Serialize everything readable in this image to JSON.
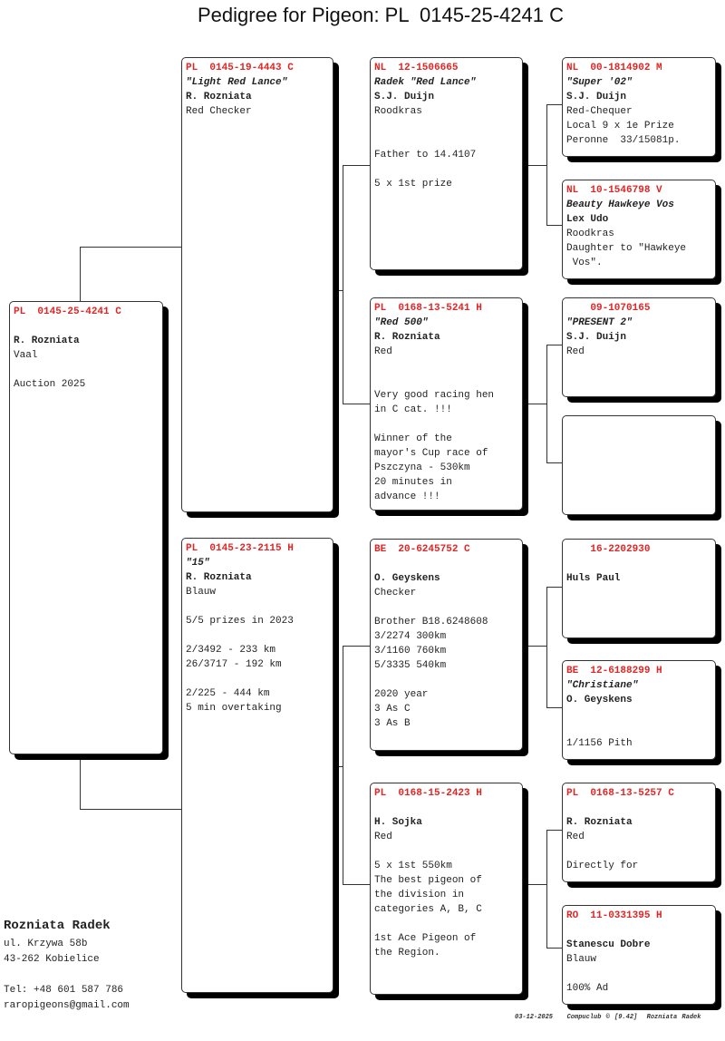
{
  "title": "Pedigree for Pigeon: PL  0145-25-4241 C",
  "colors": {
    "ring": "#e02525",
    "text": "#222222",
    "shadow": "#000000"
  },
  "pigeons": [
    {
      "role": "subject",
      "ring": "PL  0145-25-4241 C",
      "name": "",
      "owner": "R. Rozniata",
      "details": [
        "Vaal",
        "",
        "Auction 2025"
      ]
    },
    {
      "role": "sire",
      "ring": "PL  0145-19-4443 C",
      "name": "\"Light Red Lance\"",
      "owner": "R. Rozniata",
      "details": [
        "Red Checker"
      ]
    },
    {
      "role": "dam",
      "ring": "PL  0145-23-2115 H",
      "name": "\"15\"",
      "owner": "R. Rozniata",
      "details": [
        "Blauw",
        "",
        "5/5 prizes in 2023",
        "",
        "2/3492 - 233 km",
        "26/3717 - 192 km",
        "",
        "2/225 - 444 km",
        "5 min overtaking"
      ]
    },
    {
      "role": "sire-sire",
      "ring": "NL  12-1506665",
      "name": "Radek \"Red Lance\"",
      "owner": "S.J. Duijn",
      "details": [
        "Roodkras",
        "",
        "",
        "Father to 14.4107",
        "",
        "5 x 1st prize"
      ]
    },
    {
      "role": "sire-dam",
      "ring": "PL  0168-13-5241 H",
      "name": "\"Red 500\"",
      "owner": "R. Rozniata",
      "details": [
        "Red",
        "",
        "",
        "Very good racing hen",
        "in C cat. !!!",
        "",
        "Winner of the",
        "mayor's Cup race of",
        "Pszczyna - 530km",
        "20 minutes in",
        "advance !!!"
      ]
    },
    {
      "role": "dam-sire",
      "ring": "BE  20-6245752 C",
      "name": "",
      "owner": "O. Geyskens",
      "details": [
        "Checker",
        "",
        "Brother B18.6248608",
        "3/2274 300km",
        "3/1160 760km",
        "5/3335 540km",
        "",
        "2020 year",
        "3 As C",
        "3 As B"
      ]
    },
    {
      "role": "dam-dam",
      "ring": "PL  0168-15-2423 H",
      "name": "",
      "owner": "H. Sojka",
      "details": [
        "Red",
        "",
        "5 x 1st 550km",
        "The best pigeon of",
        "the division in",
        "categories A, B, C",
        "",
        "1st Ace Pigeon of",
        "the Region."
      ]
    },
    {
      "role": "ss-sire",
      "ring": "NL  00-1814902 M",
      "name": "\"Super '02\"",
      "owner": "S.J. Duijn",
      "details": [
        "Red-Chequer",
        "Local 9 x 1e Prize",
        "Peronne  33/15081p."
      ]
    },
    {
      "role": "ss-dam",
      "ring": "NL  10-1546798 V",
      "name": "Beauty Hawkeye Vos",
      "owner": "Lex Udo",
      "details": [
        "Roodkras",
        "Daughter to \"Hawkeye",
        " Vos\"."
      ]
    },
    {
      "role": "sd-sire",
      "ring": "    09-1070165",
      "name": "\"PRESENT 2\"",
      "owner": "S.J. Duijn",
      "details": [
        "Red"
      ]
    },
    {
      "role": "sd-dam",
      "ring": "",
      "name": "",
      "owner": "",
      "details": []
    },
    {
      "role": "ds-sire",
      "ring": "    16-2202930",
      "name": "",
      "owner": "Huls Paul",
      "details": []
    },
    {
      "role": "ds-dam",
      "ring": "BE  12-6188299 H",
      "name": "\"Christiane\"",
      "owner": "O. Geyskens",
      "details": [
        "",
        "",
        "1/1156 Pith"
      ]
    },
    {
      "role": "dd-sire",
      "ring": "PL  0168-13-5257 C",
      "name": "",
      "owner": "R. Rozniata",
      "details": [
        "Red",
        "",
        "Directly for"
      ]
    },
    {
      "role": "dd-dam",
      "ring": "RO  11-0331395 H",
      "name": "",
      "owner": "Stanescu Dobre",
      "details": [
        "Blauw",
        "",
        "100% Ad"
      ]
    }
  ],
  "breeder": {
    "name": "Rozniata Radek",
    "lines": [
      "ul. Krzywa 58b",
      "43-262 Kobielice",
      "",
      "Tel: +48 601 587 786",
      "raropigeons@gmail.com"
    ]
  },
  "footer": "03-12-2025   Compuclub © [9.42]  Rozniata Radek"
}
